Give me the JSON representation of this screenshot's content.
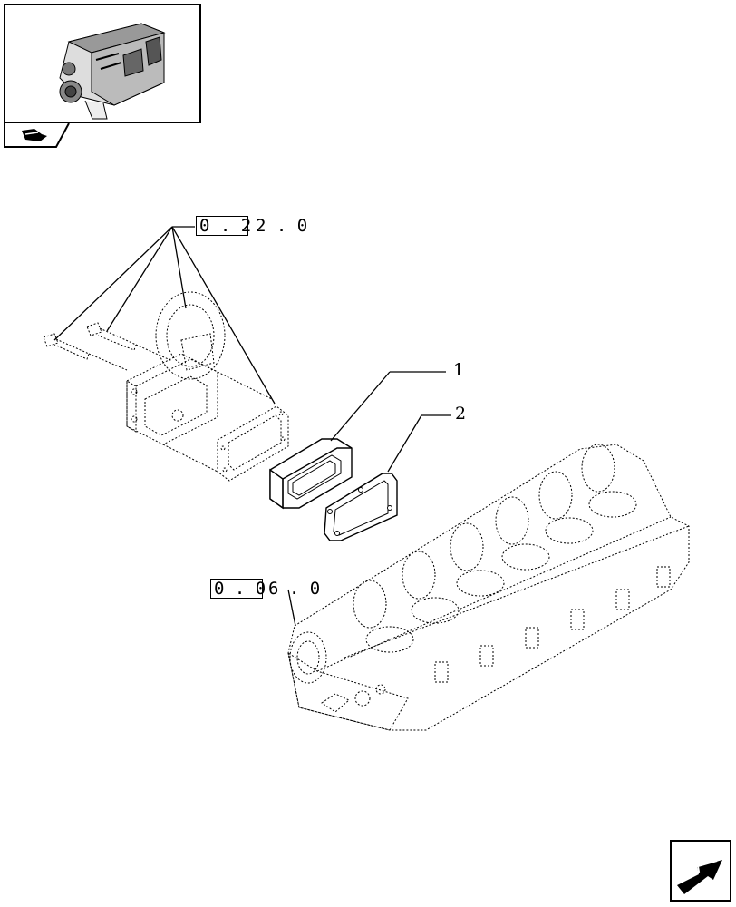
{
  "references": {
    "upper": {
      "boxed": "0 . 2",
      "rest": "2 . 0"
    },
    "lower": {
      "boxed": "0 . 0",
      "rest": "6 . 0"
    }
  },
  "callouts": {
    "gasket_plate": "1",
    "gasket": "2"
  },
  "icons": {
    "thumbnail": "engine-thumbnail-icon",
    "tab": "book-tab-icon",
    "navigation": "next-page-arrow-icon"
  },
  "colors": {
    "ink": "#000000",
    "paper": "#ffffff"
  }
}
